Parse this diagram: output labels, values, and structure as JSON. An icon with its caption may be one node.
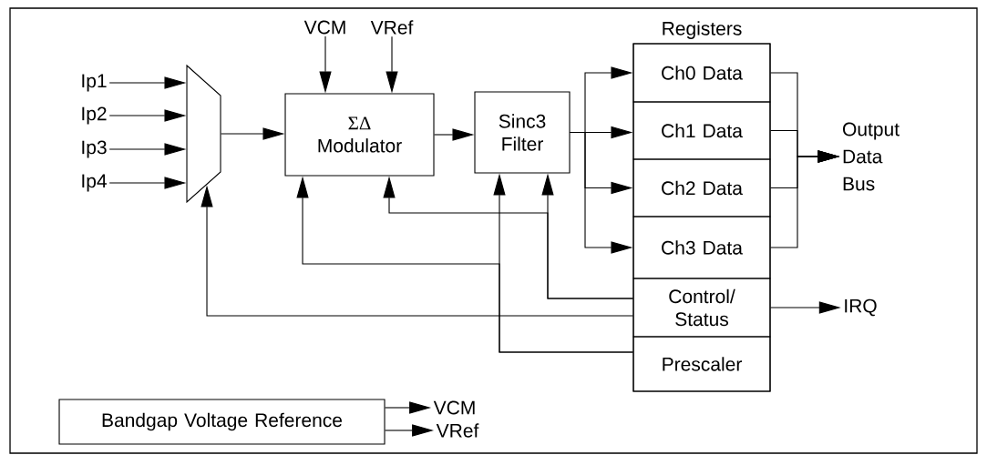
{
  "diagram": {
    "nodes": [
      {
        "text": [
          "Ip1"
        ]
      },
      {
        "text": [
          "Ip2"
        ]
      },
      {
        "text": [
          "Ip3"
        ]
      },
      {
        "text": [
          "Ip4"
        ]
      },
      {
        "text": [],
        "shape": "trapezoid"
      },
      {
        "text": [
          "VCM"
        ]
      },
      {
        "text": [
          "VRef"
        ]
      },
      {
        "text": [
          "ΣΔ",
          "Modulator"
        ]
      },
      {
        "text": [
          "Sinc3 Filter"
        ]
      },
      {
        "text": [
          "Registers"
        ]
      },
      {
        "text": [
          "Ch0 Data"
        ],
        "in": 9
      },
      {
        "text": [
          "Ch1 Data"
        ],
        "in": 9
      },
      {
        "text": [
          "Ch2 Data"
        ],
        "in": 9
      },
      {
        "text": [
          "Ch3 Data"
        ],
        "in": 9
      },
      {
        "text": [
          "Control/ Status"
        ],
        "in": 9
      },
      {
        "text": [
          "Prescaler"
        ],
        "in": 9
      },
      {
        "text": [
          "Output Data Bus"
        ]
      },
      {
        "text": [
          "IRQ"
        ]
      },
      {
        "text": [
          "Bandgap Voltage Reference"
        ]
      },
      {
        "text": [
          "VCM"
        ]
      },
      {
        "text": [
          "VRef"
        ]
      }
    ],
    "edges": [
      {
        "from": 0,
        "to": 4,
        "arrow": "to"
      },
      {
        "from": 1,
        "to": 4,
        "arrow": "to"
      },
      {
        "from": 2,
        "to": 4,
        "arrow": "to"
      },
      {
        "from": 3,
        "to": 4,
        "arrow": "to"
      },
      {
        "from": 5,
        "to": 7,
        "arrow": "to"
      },
      {
        "from": 6,
        "to": 7,
        "arrow": "to"
      },
      {
        "from": 4,
        "to": 7,
        "arrow": "to"
      },
      {
        "from": 7,
        "to": 8,
        "arrow": "to"
      },
      {
        "from": 8,
        "to": 10,
        "arrow": "to"
      },
      {
        "from": 8,
        "to": 11,
        "arrow": "to"
      },
      {
        "from": 8,
        "to": 12,
        "arrow": "to"
      },
      {
        "from": 8,
        "to": 13,
        "arrow": "to"
      },
      {
        "from": 10,
        "to": 16,
        "arrow": "to"
      },
      {
        "from": 11,
        "to": 16,
        "arrow": "to"
      },
      {
        "from": 12,
        "to": 16,
        "arrow": "to"
      },
      {
        "from": 13,
        "to": 16,
        "arrow": "to"
      },
      {
        "from": 14,
        "to": 8,
        "arrow": "to"
      },
      {
        "from": 14,
        "to": 7,
        "arrow": "to"
      },
      {
        "from": 14,
        "to": 4,
        "arrow": "to"
      },
      {
        "from": 15,
        "to": 8,
        "arrow": "to"
      },
      {
        "from": 15,
        "to": 7,
        "arrow": "to"
      },
      {
        "from": 14,
        "to": 17,
        "arrow": "to"
      },
      {
        "from": 18,
        "to": 19,
        "arrow": "to"
      },
      {
        "from": 18,
        "to": 20,
        "arrow": "to"
      }
    ]
  }
}
